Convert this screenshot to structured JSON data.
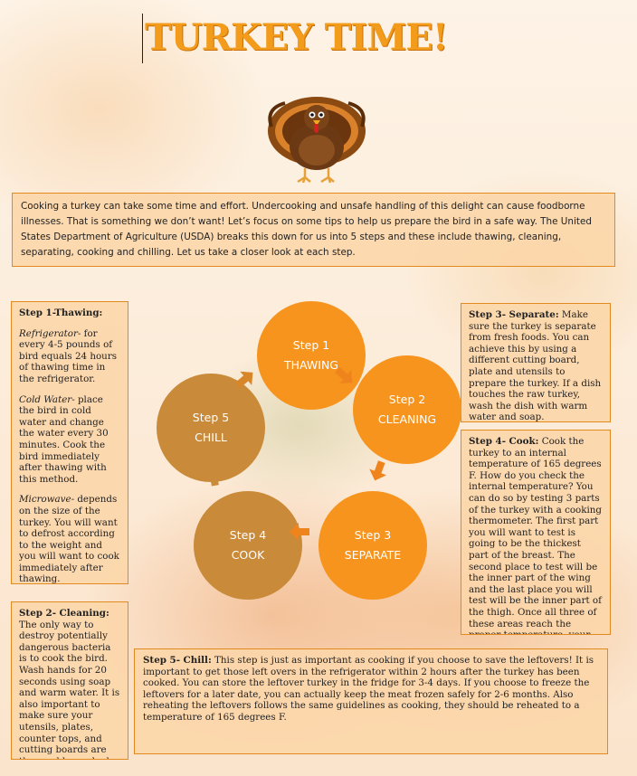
{
  "title": "TURKEY TIME!",
  "intro": "Cooking a turkey can take some time and effort. Undercooking and unsafe handling of this delight can cause foodborne illnesses. That is something we don’t want! Let’s focus on some tips to help us prepare the bird in a safe way. The United States Department of Agriculture (USDA) breaks this down for us into 5 steps and these include thawing, cleaning, separating, cooking and chilling. Let us take a closer look at each step.",
  "cycle": [
    {
      "step": "Step 1",
      "label": "THAWING"
    },
    {
      "step": "Step 2",
      "label": "CLEANING"
    },
    {
      "step": "Step 3",
      "label": "SEPARATE"
    },
    {
      "step": "Step 4",
      "label": "COOK"
    },
    {
      "step": "Step 5",
      "label": "CHILL"
    }
  ],
  "step1": {
    "heading": "Step 1-Thawing:",
    "fridge_label": "Refrigerator",
    "fridge_text": "- for every 4-5 pounds of bird equals 24 hours of thawing time in the refrigerator.",
    "cold_label": "Cold Water",
    "cold_text": "- place the bird in cold water and change the water every 30 minutes. Cook the bird immediately after thawing with this method.",
    "micro_label": "Microwave",
    "micro_text": "- depends on the size of the turkey. You will want to defrost according to the weight and you will want to cook immediately after thawing."
  },
  "step2": {
    "heading": "Step 2- Cleaning:",
    "text": "The only way to destroy potentially dangerous bacteria is to cook the bird. Wash hands for 20 seconds using soap and warm water. It is also important to make sure your utensils, plates, counter tops, and cutting boards are thoroughly washed."
  },
  "step3": {
    "heading": "Step 3- Separate:",
    "text": " Make sure the turkey is separate from fresh foods. You can achieve this by using a different cutting board, plate and utensils to prepare the turkey. If a dish touches the raw turkey, wash the dish with warm water and soap."
  },
  "step4": {
    "heading": "Step 4- Cook:",
    "text": " Cook the turkey to an internal temperature of 165 degrees F. How do you check the internal temperature? You can do so by testing 3 parts of the turkey with a cooking thermometer. The first part you will want to test is going to be the thickest part of the breast. The second place to test will be the inner part of the wing and the last place you will test will be the inner part of the thigh. Once all three of these areas reach the proper temperature, your bird is safe to serve!"
  },
  "step5": {
    "heading": "Step 5- Chill:",
    "text": " This step is just as important as cooking if you choose to save the leftovers! It is important to get those left overs in the refrigerator within 2 hours after the turkey has been cooked. You can store the leftover turkey in the fridge for 3-4 days. If you choose to freeze the leftovers for a later date, you can actually keep the meat frozen safely for 2-6 months. Also reheating the leftovers follows the same guidelines as cooking, they should be reheated to a temperature of 165 degrees F."
  },
  "colors": {
    "accent": "#f39b1a",
    "circle_orange": "#f6941e",
    "circle_brown": "#c98a3a",
    "box_border": "#e38a1f"
  }
}
